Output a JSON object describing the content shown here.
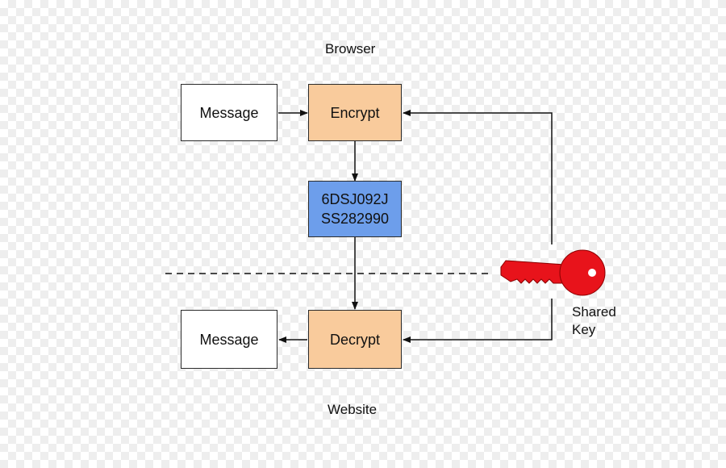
{
  "labels": {
    "top": "Browser",
    "bottom": "Website"
  },
  "nodes": {
    "message_top": "Message",
    "encrypt": "Encrypt",
    "cipher_line1": "6DSJ092J",
    "cipher_line2": "SS282990",
    "decrypt": "Decrypt",
    "message_bottom": "Message"
  },
  "key": {
    "line1": "Shared",
    "line2": "Key",
    "icon": "key-icon"
  },
  "colors": {
    "process_fill": "#f9cb9c",
    "cipher_fill": "#6d9eeb",
    "key_red": "#e8131b",
    "line": "#111111"
  }
}
